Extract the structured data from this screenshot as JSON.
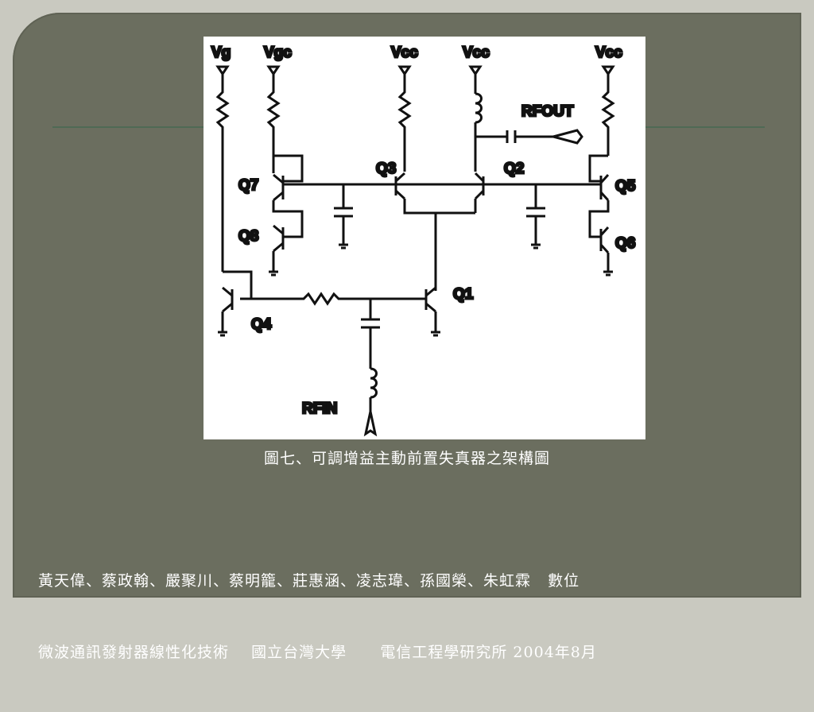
{
  "diagram": {
    "labels": {
      "vg": "Vg",
      "vgc": "Vgc",
      "vcc1": "Vcc",
      "vcc2": "Vcc",
      "vcc3": "Vcc",
      "rfout": "RFOUT",
      "rfin": "RFIN",
      "q1": "Q1",
      "q2": "Q2",
      "q3": "Q3",
      "q4": "Q4",
      "q5": "Q5",
      "q6": "Q6",
      "q7": "Q7",
      "q8": "Q8"
    }
  },
  "caption": "圖七、可調增益主動前置失真器之架構圖",
  "footer": {
    "line1": "黃天偉、蔡政翰、嚴聚川、蔡明籠、莊惠涵、凌志瑋、孫國榮、朱虹霖   數位",
    "line2": "微波通訊發射器線性化技術    國立台灣大學      電信工程學研究所 2004年8月"
  }
}
